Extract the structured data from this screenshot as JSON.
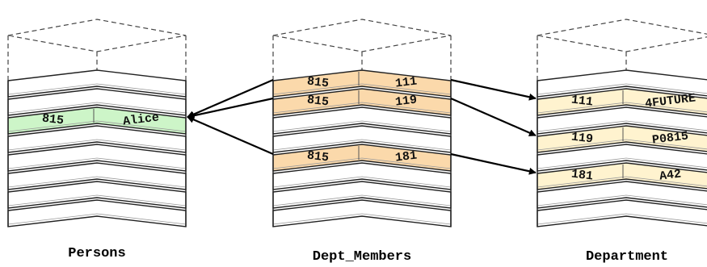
{
  "colors": {
    "person_highlight": "#cdf5c8",
    "member_highlight": "#fbd9ab",
    "department_highlight": "#fff3cf"
  },
  "tables": [
    {
      "name": "Persons",
      "rows": [
        {
          "slot": 2,
          "cells": [
            "815",
            "Alice"
          ]
        }
      ]
    },
    {
      "name": "Dept_Members",
      "rows": [
        {
          "slot": 0,
          "cells": [
            "815",
            "111"
          ]
        },
        {
          "slot": 1,
          "cells": [
            "815",
            "119"
          ]
        },
        {
          "slot": 4,
          "cells": [
            "815",
            "181"
          ]
        }
      ]
    },
    {
      "name": "Department",
      "rows": [
        {
          "slot": 1,
          "cells": [
            "111",
            "4FUTURE"
          ]
        },
        {
          "slot": 3,
          "cells": [
            "119",
            "P0815"
          ]
        },
        {
          "slot": 5,
          "cells": [
            "181",
            "A42"
          ]
        }
      ]
    }
  ],
  "links": [
    {
      "from_table": 1,
      "from_slot": 0,
      "to_table": 0,
      "to_slot": 2
    },
    {
      "from_table": 1,
      "from_slot": 1,
      "to_table": 0,
      "to_slot": 2
    },
    {
      "from_table": 1,
      "from_slot": 4,
      "to_table": 0,
      "to_slot": 2
    },
    {
      "from_table": 1,
      "from_slot": 0,
      "to_table": 2,
      "to_slot": 1
    },
    {
      "from_table": 1,
      "from_slot": 1,
      "to_table": 2,
      "to_slot": 3
    },
    {
      "from_table": 1,
      "from_slot": 4,
      "to_table": 2,
      "to_slot": 5
    }
  ]
}
